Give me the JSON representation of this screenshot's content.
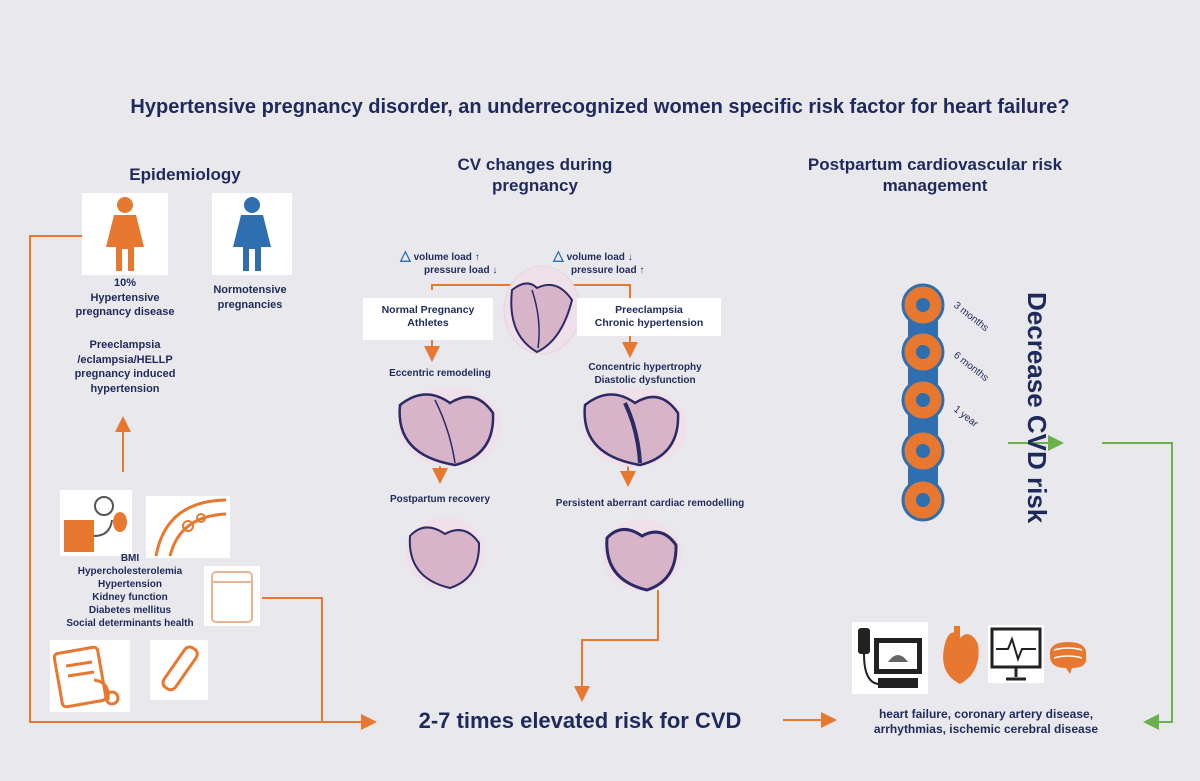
{
  "title": "Hypertensive pregnancy disorder, an underrecognized women specific risk factor for heart failure?",
  "headings": {
    "epidemiology": "Epidemiology",
    "cv_changes": [
      "CV changes during",
      "pregnancy"
    ],
    "postpartum": [
      "Postpartum cardiovascular risk",
      "management"
    ]
  },
  "epidemiology": {
    "hypertensive": [
      "10%",
      "Hypertensive",
      "pregnancy disease"
    ],
    "normotensive": [
      "Normotensive",
      "pregnancies"
    ],
    "conditions": [
      "Preeclampsia",
      "/eclampsia/HELLP",
      "pregnancy induced",
      "hypertension"
    ],
    "risk_factors": [
      "BMI",
      "Hypercholesterolemia",
      "Hypertension",
      "Kidney function",
      "Diabetes mellitus",
      "Social determinants health"
    ]
  },
  "cv": {
    "left_load": [
      "volume load",
      "pressure load"
    ],
    "right_load": [
      "volume load",
      "pressure load"
    ],
    "normal_box": [
      "Normal Pregnancy",
      "Athletes"
    ],
    "pre_box": [
      "Preeclampsia",
      "Chronic hypertension"
    ],
    "eccentric": "Eccentric remodeling",
    "concentric": [
      "Concentric hypertrophy",
      "Diastolic dysfunction"
    ],
    "recovery": "Postpartum recovery",
    "persistent": "Persistent aberrant cardiac remodelling"
  },
  "postpartum": {
    "timepoints": [
      "3 months",
      "6 months",
      "1 year"
    ],
    "decrease": "Decrease CVD risk"
  },
  "bottom": {
    "risk": "2-7 times elevated risk for CVD",
    "diseases": [
      "heart failure, coronary artery disease,",
      "arrhythmias, ischemic cerebral disease"
    ]
  },
  "colors": {
    "navy": "#1f2a5c",
    "orange": "#e8782f",
    "green": "#6ab04c",
    "blue": "#2f6fb0"
  }
}
